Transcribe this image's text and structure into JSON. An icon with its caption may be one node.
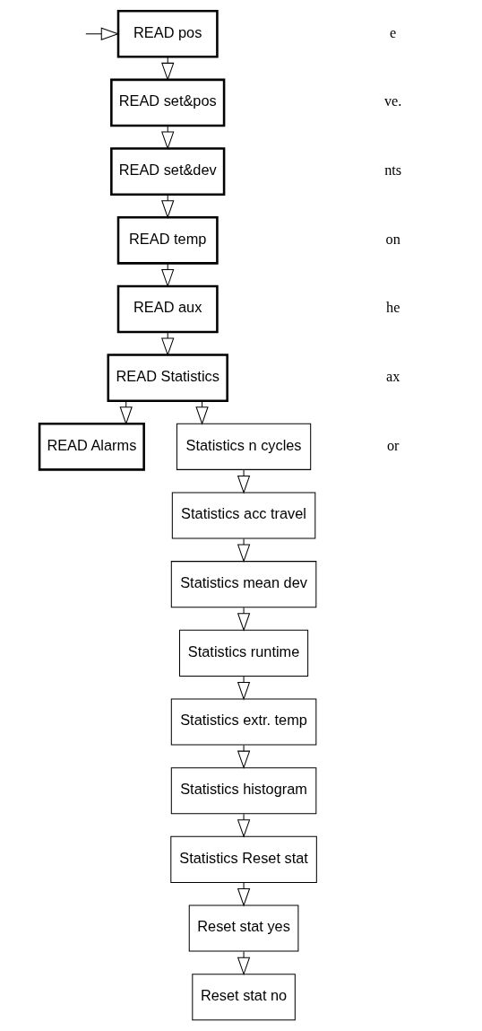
{
  "diagram": {
    "nodes": [
      {
        "text": [
          "READ pos"
        ]
      },
      {
        "text": [
          "READ set&pos"
        ]
      },
      {
        "text": [
          "READ set&dev"
        ]
      },
      {
        "text": [
          "READ temp"
        ]
      },
      {
        "text": [
          "READ aux"
        ]
      },
      {
        "text": [
          "READ Statistics"
        ]
      },
      {
        "text": [
          "READ Alarms"
        ]
      },
      {
        "text": [
          "Statistics n cycles"
        ]
      },
      {
        "text": [
          "Statistics acc travel"
        ]
      },
      {
        "text": [
          "Statistics mean dev"
        ]
      },
      {
        "text": [
          "Statistics runtime"
        ]
      },
      {
        "text": [
          "Statistics extr. temp"
        ]
      },
      {
        "text": [
          "Statistics histogram"
        ]
      },
      {
        "text": [
          "Statistics Reset stat"
        ]
      },
      {
        "text": [
          "Reset stat yes"
        ]
      },
      {
        "text": [
          "Reset stat no"
        ]
      }
    ],
    "edges": [
      {
        "from": null,
        "to": 0,
        "arrow": "to"
      },
      {
        "from": 0,
        "to": 1,
        "arrow": "to"
      },
      {
        "from": 1,
        "to": 2,
        "arrow": "to"
      },
      {
        "from": 2,
        "to": 3,
        "arrow": "to"
      },
      {
        "from": 3,
        "to": 4,
        "arrow": "to"
      },
      {
        "from": 4,
        "to": 5,
        "arrow": "to"
      },
      {
        "from": 5,
        "to": 6,
        "arrow": "to"
      },
      {
        "from": 5,
        "to": 7,
        "arrow": "to"
      },
      {
        "from": 7,
        "to": 8,
        "arrow": "to"
      },
      {
        "from": 8,
        "to": 9,
        "arrow": "to"
      },
      {
        "from": 9,
        "to": 10,
        "arrow": "to"
      },
      {
        "from": 10,
        "to": 11,
        "arrow": "to"
      },
      {
        "from": 11,
        "to": 12,
        "arrow": "to"
      },
      {
        "from": 12,
        "to": 13,
        "arrow": "to"
      },
      {
        "from": 13,
        "to": 14,
        "arrow": "to"
      },
      {
        "from": 14,
        "to": 15,
        "arrow": "to"
      }
    ],
    "labels": [
      "e",
      "ve.",
      "nts",
      "on",
      "he",
      "ax",
      "or"
    ]
  }
}
